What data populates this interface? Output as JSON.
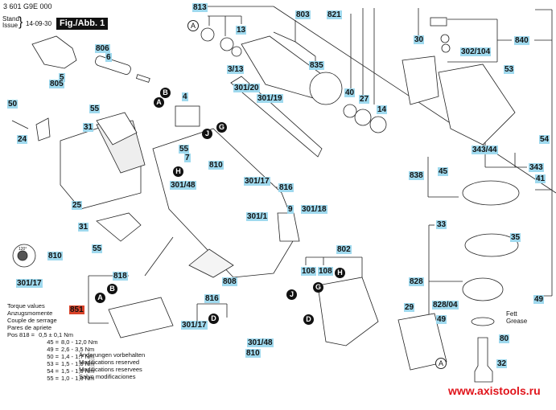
{
  "header": {
    "part_number": "3 601 G9E 000",
    "stand_label": "Stand",
    "issue_label": "Issue",
    "date": "14-09-30",
    "figure_label": "Fig./Abb. 1"
  },
  "callouts": {
    "813": "813",
    "803": "803",
    "821": "821",
    "840": "840",
    "302_104": "302/104",
    "30": "30",
    "53": "53",
    "13": "13",
    "3_13": "3/13",
    "835": "835",
    "806": "806",
    "6": "6",
    "5": "5",
    "805": "805",
    "50": "50",
    "24": "24",
    "55a": "55",
    "31a": "31",
    "25": "25",
    "31b": "31",
    "55b": "55",
    "810a": "810",
    "301_17a": "301/17",
    "4": "4",
    "301_20": "301/20",
    "301_19": "301/19",
    "40": "40",
    "27": "27",
    "14": "14",
    "55c": "55",
    "7": "7",
    "810b": "810",
    "301_48a": "301/48",
    "301_17b": "301/17",
    "816a": "816",
    "301_1": "301/1",
    "9": "9",
    "301_18": "301/18",
    "54": "54",
    "343_44": "343/44",
    "343": "343",
    "838": "838",
    "45": "45",
    "41": "41",
    "33": "33",
    "35": "35",
    "828": "828",
    "828_04": "828/04",
    "49a": "49",
    "49b": "49",
    "802": "802",
    "108a": "108",
    "108b": "108",
    "29": "29",
    "808": "808",
    "816b": "816",
    "301_17c": "301/17",
    "301_48b": "301/48",
    "810c": "810",
    "818": "818",
    "80": "80",
    "32": "32",
    "851": "851"
  },
  "connectors": {
    "A": "A",
    "B": "B",
    "D": "D",
    "G": "G",
    "H": "H",
    "J": "J"
  },
  "angle_label": "120°",
  "grease": {
    "de": "Fett",
    "en": "Grease"
  },
  "torque": {
    "titles": [
      "Torque values",
      "Anzugsmomente",
      "Couple de serrage",
      "Pares de apriete"
    ],
    "rows": [
      {
        "pos": "Pos 818 =",
        "value": "0,5 ± 0,1 Nm"
      },
      {
        "pos": "45 =",
        "value": "8,0 - 12,0 Nm"
      },
      {
        "pos": "49 =",
        "value": "2,6 - 3,5 Nm"
      },
      {
        "pos": "50 =",
        "value": "1,4 - 1,7 Nm"
      },
      {
        "pos": "53 =",
        "value": "1,5 - 1,8 Nm"
      },
      {
        "pos": "54 =",
        "value": "1,5 - 1,8 Nm"
      },
      {
        "pos": "55 =",
        "value": "1,0 - 1,8 Nm"
      }
    ]
  },
  "notes": [
    "Änderungen vorbehalten",
    "Modifications reserved",
    "Modifications reservees",
    "Salvo modificaciones"
  ],
  "watermark": "www.axistools.ru",
  "colors": {
    "callout_bg": "#9fd9ee",
    "highlight_851": "#d9432a",
    "watermark": "#e0141b"
  }
}
